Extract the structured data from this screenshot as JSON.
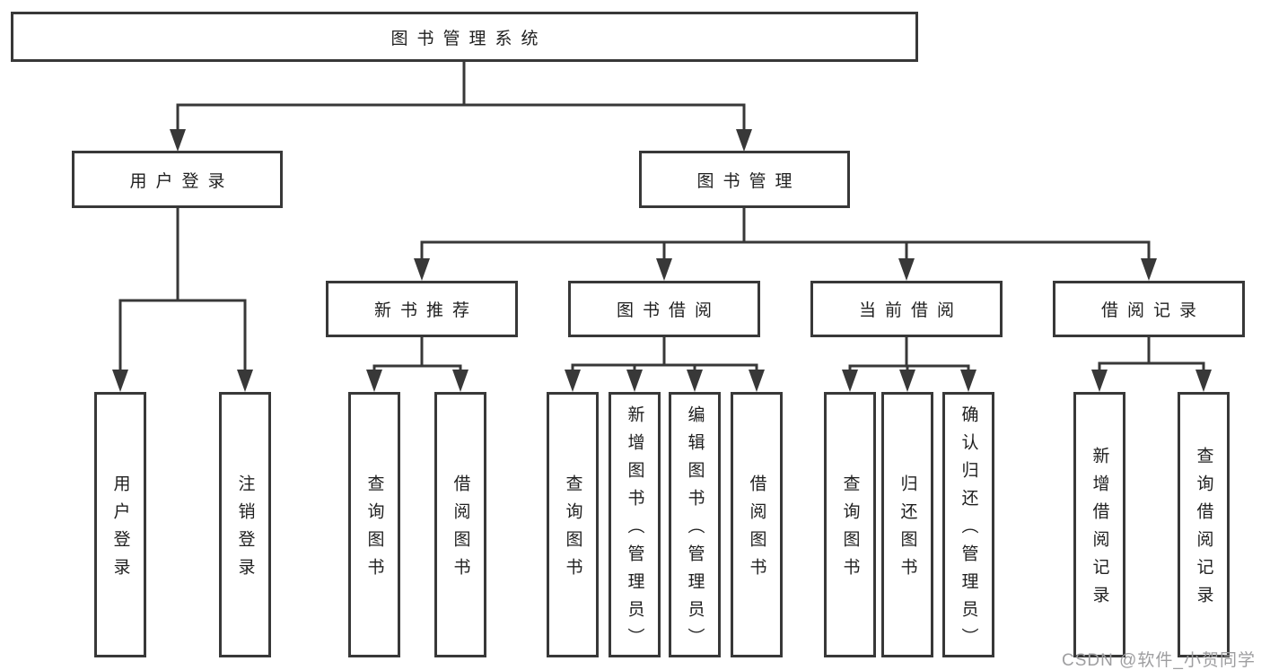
{
  "diagram_title": "图书管理系统",
  "tree": {
    "root": {
      "label": "图书管理系统"
    },
    "branches": [
      {
        "label": "用户登录",
        "children": [
          {
            "label": "用户登录"
          },
          {
            "label": "注销登录"
          }
        ]
      },
      {
        "label": "图书管理",
        "children": [
          {
            "label": "新书推荐",
            "children": [
              {
                "label": "查询图书"
              },
              {
                "label": "借阅图书"
              }
            ]
          },
          {
            "label": "图书借阅",
            "children": [
              {
                "label": "查询图书"
              },
              {
                "label": "新增图书（管理员）"
              },
              {
                "label": "编辑图书（管理员）"
              },
              {
                "label": "借阅图书"
              }
            ]
          },
          {
            "label": "当前借阅",
            "children": [
              {
                "label": "查询图书"
              },
              {
                "label": "归还图书"
              },
              {
                "label": "确认归还（管理员）"
              }
            ]
          },
          {
            "label": "借阅记录",
            "children": [
              {
                "label": "新增借阅记录"
              },
              {
                "label": "查询借阅记录"
              }
            ]
          }
        ]
      }
    ]
  },
  "watermark": {
    "text": "CSDN @软件_小贺同学"
  },
  "colors": {
    "line": "#383838",
    "text": "#1f1f1f",
    "background": "#ffffff",
    "watermark": "#9e9ea0"
  }
}
